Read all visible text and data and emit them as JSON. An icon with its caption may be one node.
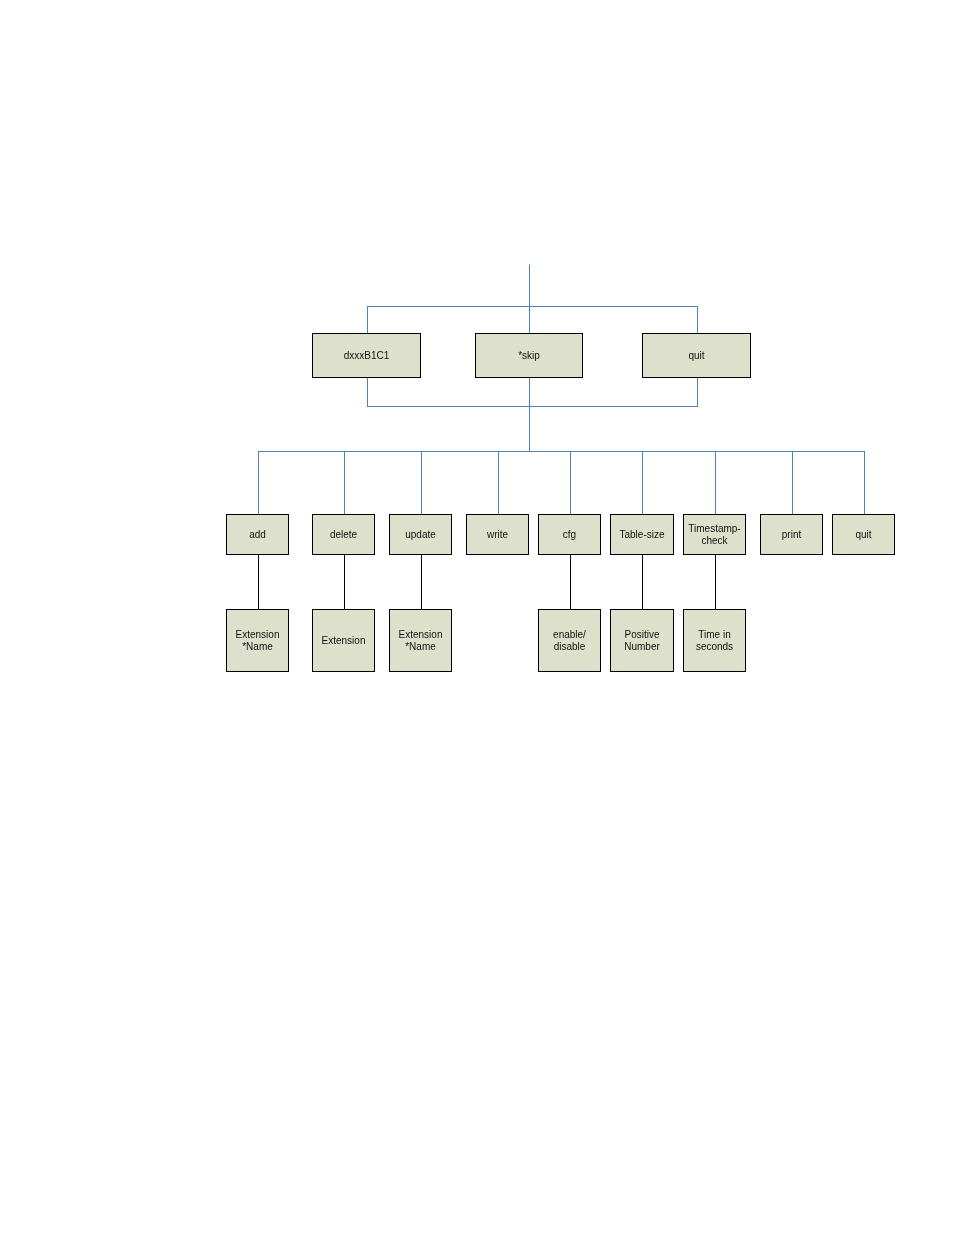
{
  "diagram": {
    "nodes": [
      {
        "text": [
          "dxxxB1C1"
        ]
      },
      {
        "text": [
          "*skip"
        ]
      },
      {
        "text": [
          "quit"
        ]
      },
      {
        "text": [
          "add"
        ]
      },
      {
        "text": [
          "delete"
        ]
      },
      {
        "text": [
          "update"
        ]
      },
      {
        "text": [
          "write"
        ]
      },
      {
        "text": [
          "cfg"
        ]
      },
      {
        "text": [
          "Table-size"
        ]
      },
      {
        "text": [
          "Timestamp-check"
        ]
      },
      {
        "text": [
          "print"
        ]
      },
      {
        "text": [
          "quit"
        ]
      },
      {
        "text": [
          "Extension *Name"
        ]
      },
      {
        "text": [
          "Extension"
        ]
      },
      {
        "text": [
          "Extension *Name"
        ]
      },
      {
        "text": [
          "enable/ disable"
        ]
      },
      {
        "text": [
          "Positive Number"
        ]
      },
      {
        "text": [
          "Time in seconds"
        ]
      }
    ],
    "edges": [
      {
        "from": null,
        "to": 0,
        "arrow": "none"
      },
      {
        "from": null,
        "to": 1,
        "arrow": "none"
      },
      {
        "from": null,
        "to": 2,
        "arrow": "none"
      },
      {
        "from": 0,
        "to": 3,
        "arrow": "none"
      },
      {
        "from": 0,
        "to": 4,
        "arrow": "none"
      },
      {
        "from": 0,
        "to": 5,
        "arrow": "none"
      },
      {
        "from": 0,
        "to": 6,
        "arrow": "none"
      },
      {
        "from": 0,
        "to": 7,
        "arrow": "none"
      },
      {
        "from": 0,
        "to": 8,
        "arrow": "none"
      },
      {
        "from": 0,
        "to": 9,
        "arrow": "none"
      },
      {
        "from": 0,
        "to": 10,
        "arrow": "none"
      },
      {
        "from": 0,
        "to": 11,
        "arrow": "none"
      },
      {
        "from": 1,
        "to": 3,
        "arrow": "none"
      },
      {
        "from": 1,
        "to": 4,
        "arrow": "none"
      },
      {
        "from": 1,
        "to": 5,
        "arrow": "none"
      },
      {
        "from": 1,
        "to": 6,
        "arrow": "none"
      },
      {
        "from": 1,
        "to": 7,
        "arrow": "none"
      },
      {
        "from": 1,
        "to": 8,
        "arrow": "none"
      },
      {
        "from": 1,
        "to": 9,
        "arrow": "none"
      },
      {
        "from": 1,
        "to": 10,
        "arrow": "none"
      },
      {
        "from": 1,
        "to": 11,
        "arrow": "none"
      },
      {
        "from": 2,
        "to": 3,
        "arrow": "none"
      },
      {
        "from": 2,
        "to": 4,
        "arrow": "none"
      },
      {
        "from": 2,
        "to": 5,
        "arrow": "none"
      },
      {
        "from": 2,
        "to": 6,
        "arrow": "none"
      },
      {
        "from": 2,
        "to": 7,
        "arrow": "none"
      },
      {
        "from": 2,
        "to": 8,
        "arrow": "none"
      },
      {
        "from": 2,
        "to": 9,
        "arrow": "none"
      },
      {
        "from": 2,
        "to": 10,
        "arrow": "none"
      },
      {
        "from": 2,
        "to": 11,
        "arrow": "none"
      },
      {
        "from": 3,
        "to": 12,
        "arrow": "none",
        "color": "#000000"
      },
      {
        "from": 4,
        "to": 13,
        "arrow": "none",
        "color": "#000000"
      },
      {
        "from": 5,
        "to": 14,
        "arrow": "none",
        "color": "#000000"
      },
      {
        "from": 7,
        "to": 15,
        "arrow": "none",
        "color": "#000000"
      },
      {
        "from": 8,
        "to": 16,
        "arrow": "none",
        "color": "#000000"
      },
      {
        "from": 9,
        "to": 17,
        "arrow": "none",
        "color": "#000000"
      }
    ]
  }
}
